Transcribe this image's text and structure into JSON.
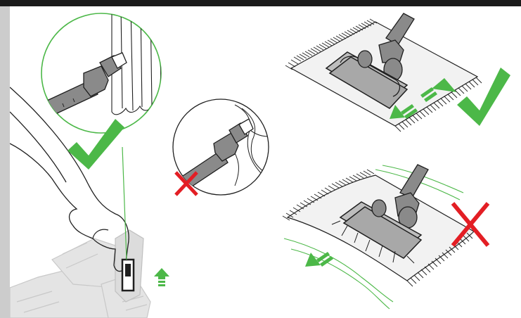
{
  "colors": {
    "check": "#4cb848",
    "cross": "#e31e24",
    "line": "#1f1f1f",
    "tool_gray": "#8a8a8a",
    "faded_gray": "#d9d9d9",
    "left_bar": "#cccccc",
    "top_bar": "#1a1a1a"
  },
  "panels": [
    {
      "name": "curtain-correct",
      "mark": "check-icon"
    },
    {
      "name": "curtain-incorrect",
      "mark": "cross-icon"
    },
    {
      "name": "rug-flat-correct",
      "mark": "check-icon"
    },
    {
      "name": "rug-loose-incorrect",
      "mark": "cross-icon"
    }
  ],
  "icons": [
    "check-icon",
    "cross-icon",
    "up-arrow-icon",
    "direction-arrow-icon",
    "hand-icon",
    "vacuum-head-icon",
    "rug-icon",
    "curtain-icon",
    "suction-release-slider-icon"
  ]
}
